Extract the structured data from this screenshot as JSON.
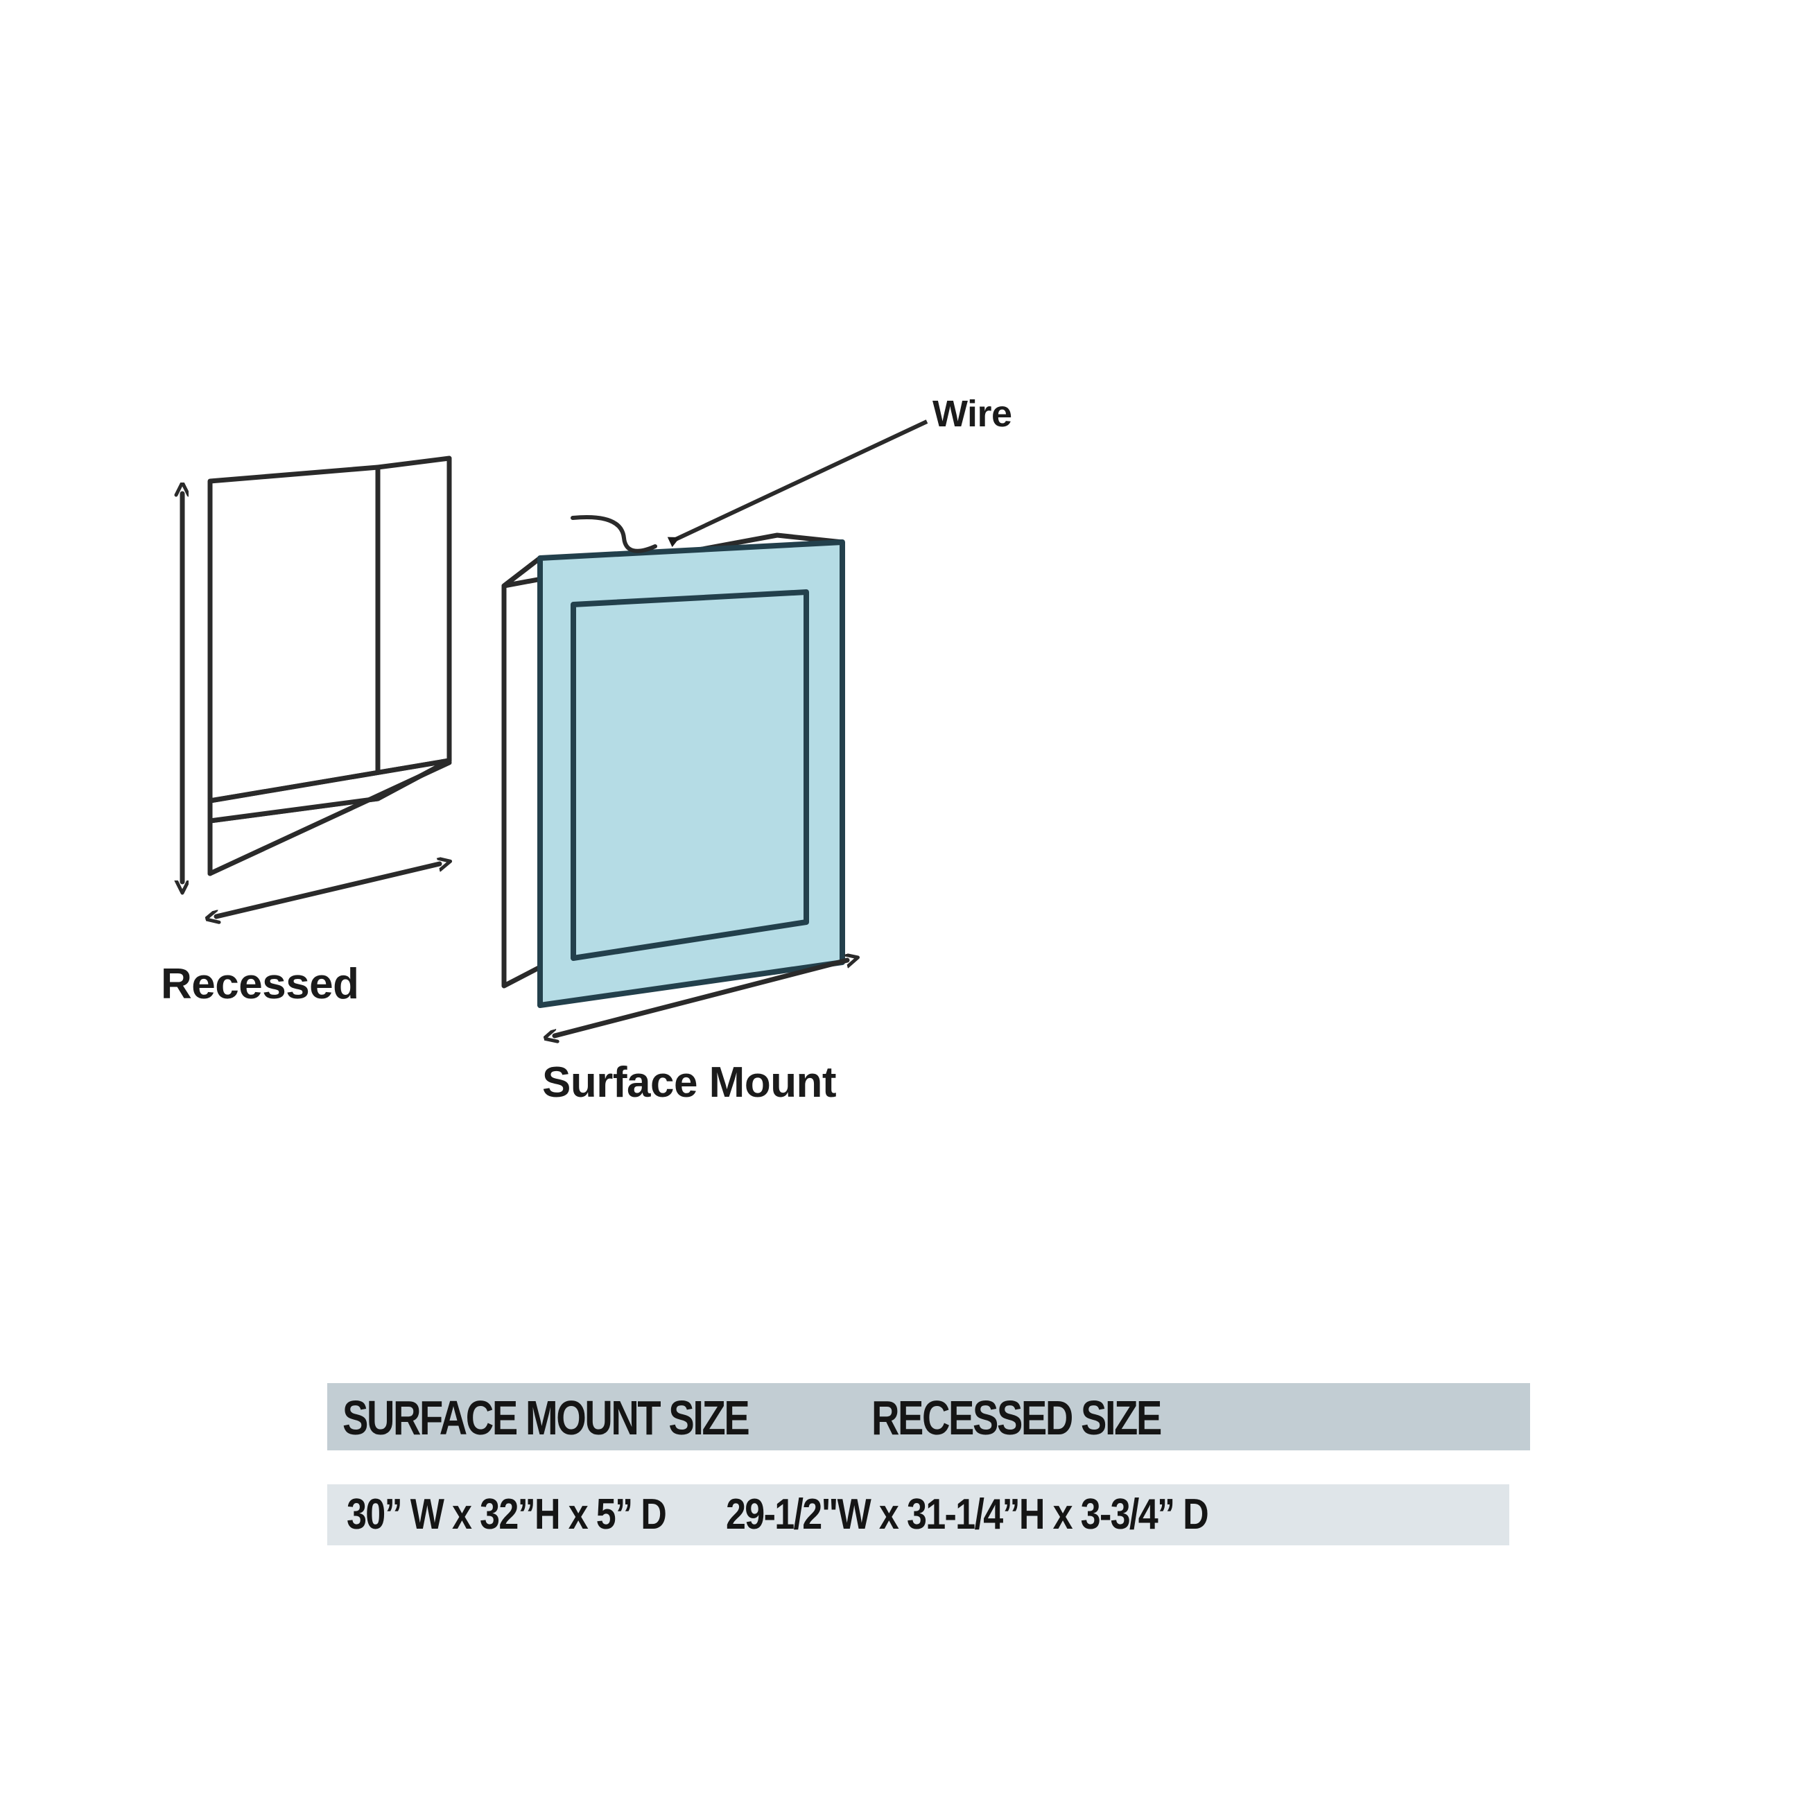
{
  "diagram": {
    "title_labels": {
      "wire": "Wire",
      "recessed": "Recessed",
      "surface_mount": "Surface Mount"
    },
    "icons": {
      "wire_squiggle": "wire-squiggle-icon",
      "leader_arrow": "leader-arrow-icon",
      "recessed_height_arrow": "double-arrow-vertical-icon",
      "recessed_width_arrow": "double-arrow-diagonal-icon",
      "surface_width_arrow": "double-arrow-diagonal-icon"
    },
    "colors": {
      "mirror_face": "#b5dce5",
      "mirror_outline": "#23404c",
      "body_outline": "#2a2a2a",
      "cabinet_side": "#ffffff",
      "table_header_band": "#c2cdd3",
      "table_data_band": "#dfe5e9",
      "text": "#1b1b1b",
      "background": "#ffffff"
    }
  },
  "spec_table": {
    "headers": [
      "SURFACE MOUNT SIZE",
      "RECESSED SIZE"
    ],
    "rows": [
      {
        "surface_mount_size": "30” W x 32”H x 5” D",
        "recessed_size": "29-1/2\"W x 31-1/4”H x 3-3/4” D"
      }
    ]
  }
}
